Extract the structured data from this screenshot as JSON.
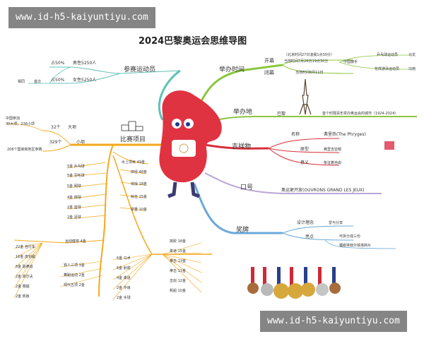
{
  "watermark_top": "www.id-h5-kaiyuntiyu.com",
  "watermark_bottom": "www.id-h5-kaiyuntiyu.com",
  "title": "2024巴黎奥运会思维导图",
  "colors": {
    "green": "#8cc63f",
    "teal": "#5fc2b8",
    "red": "#d7303a",
    "blue": "#6aa9d8",
    "orange": "#f4a81d",
    "mascot": "#e03341"
  },
  "athletes": {
    "label": "参赛运动员",
    "ratio_m": "占50%",
    "male": "男性5250人",
    "ratio_f": "占50%",
    "female": "女性5250人",
    "equal": "相同",
    "first": "首次"
  },
  "time": {
    "label": "举办时间",
    "opening": "开幕",
    "opening_date1": "（北京时间27日凌晨1点30分）",
    "opening_date2": "当地时间7月26日19点30分",
    "venue_note": "中国旗手",
    "bearer1_sport": "乒乓球运动员",
    "bearer1": "马龙",
    "bearer2_sport": "花样游泳运动员",
    "bearer2": "冯雨",
    "closing": "闭幕",
    "closing_date": "当地时间8月11日"
  },
  "place": {
    "label": "举办地",
    "city": "巴黎",
    "note": "首个时隔百年举办奥运会的城市（1924-2024）"
  },
  "mascot": {
    "label": "吉祥物",
    "name_k": "名称",
    "name_v": "弗里热(The Phryges)",
    "proto_k": "原型",
    "proto_v": "弗里吉亚帽",
    "meaning_k": "意义",
    "meaning_v": "象征着自由"
  },
  "slogan": {
    "label": "口号",
    "text": "奥运更开放(OUVRONS GRAND LES JEUX)"
  },
  "medal": {
    "label": "奖牌",
    "concept_k": "设计理念",
    "concept_v": "爱与分享",
    "highlight_k": "亮点",
    "highlight_v1": "可拆分成三份",
    "highlight_v2": "镶嵌埃菲尔铁塔碎片"
  },
  "events": {
    "label": "比赛项目",
    "cn_join": "中国参加",
    "cn_detail": "30大项，236小项",
    "major_n": "32个",
    "major": "大项",
    "minor_n": "329个",
    "minor": "小项",
    "countries": "206个国家和地区参赛",
    "water": "水上项目 49金",
    "water_items": [
      "5金 乒乓球",
      "5金 羽毛球",
      "5金 网球",
      "4金 排球",
      "2金 篮球",
      "2金 足球"
    ],
    "aquatic_items": [
      "田径 48金",
      "体操 18金",
      "射击 15金",
      "举重 10金"
    ],
    "cycling_sub": "运动健将 4金",
    "cycling_items": [
      "22金 自行车",
      "16金 皮划艇",
      "6金 跆拳道",
      "2金 高尔夫",
      "2金 赛艇",
      "2金 帆板"
    ],
    "mid_items": [
      "铁人三项 3金",
      "舞蹈运动 2金",
      "现代五项 2金"
    ],
    "right_items": [
      "6金 马术",
      "6金 射箭",
      "4金 柔道",
      "2金 冲浪",
      "2金 手球"
    ],
    "far_items": [
      "摔跤 18金",
      "柔道 15金",
      "拳击 13金",
      "拳击 13金",
      "击剑 12金",
      "帆船 10金"
    ]
  }
}
